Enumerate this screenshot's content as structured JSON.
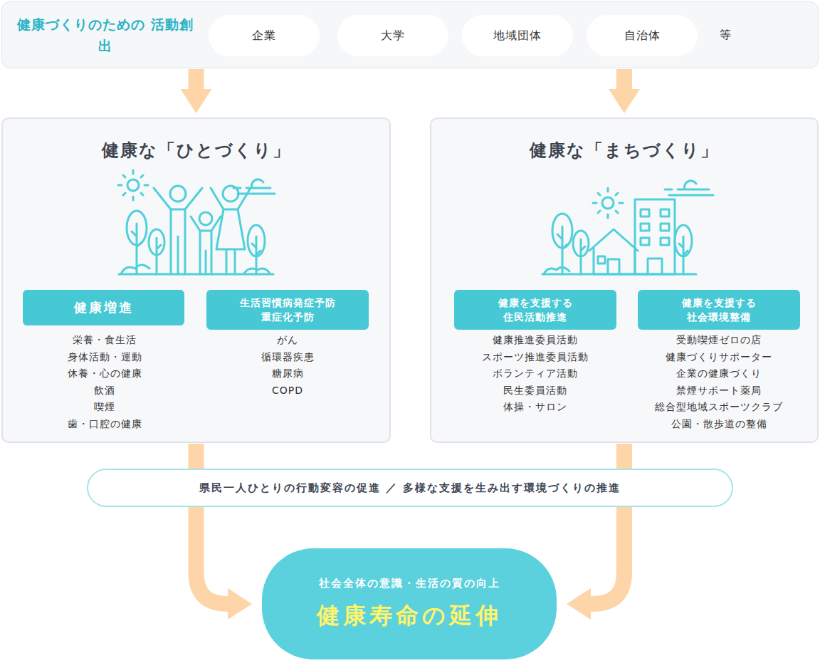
{
  "diagram": {
    "nodes": [
      {
        "text": [
          "健康づくりのための 活動創出"
        ]
      },
      {
        "text": [
          "企業"
        ],
        "in": 0
      },
      {
        "text": [
          "大学"
        ],
        "in": 0
      },
      {
        "text": [
          "地域団体"
        ],
        "in": 0
      },
      {
        "text": [
          "自治体"
        ],
        "in": 0
      },
      {
        "text": [
          "健康な「ひとづくり」"
        ]
      },
      {
        "text": [
          "健康増進"
        ],
        "in": 5
      },
      {
        "text": [
          "生活習慣病発症予防 重症化予防"
        ],
        "in": 5
      },
      {
        "text": [
          "健康な「まちづくり」"
        ]
      },
      {
        "text": [
          "健康を支援する 住民活動推進"
        ],
        "in": 8
      },
      {
        "text": [
          "健康を支援する 社会環境整備"
        ],
        "in": 8
      },
      {
        "text": [
          "県民一人ひとりの行動変容の促進 ／ 多様な支援を生み出す環境づくりの推進"
        ]
      },
      {
        "text": [
          "社会全体の意識・生活の質の向上",
          "健康寿命の延伸"
        ]
      }
    ],
    "edges": [
      {
        "from": 0,
        "to": 5,
        "arrow": "to"
      },
      {
        "from": 0,
        "to": 8,
        "arrow": "to"
      },
      {
        "from": 5,
        "to": 12,
        "arrow": "to"
      },
      {
        "from": 8,
        "to": 12,
        "arrow": "to"
      }
    ],
    "labels": [
      "等",
      "栄養・食生活",
      "身体活動・運動",
      "休養・心の健康",
      "飲酒",
      "喫煙",
      "歯・口腔の健康",
      "がん",
      "循環器疾患",
      "糖尿病",
      "COPD",
      "健康推進委員活動",
      "スポーツ推進委員活動",
      "ボランティア活動",
      "民生委員活動",
      "体操・サロン",
      "受動喫煙ゼロの店",
      "健康づくりサポーター",
      "企業の健康づくり",
      "禁煙サポート薬局",
      "総合型地域スポーツクラブ",
      "公園・散歩道の整備"
    ]
  }
}
